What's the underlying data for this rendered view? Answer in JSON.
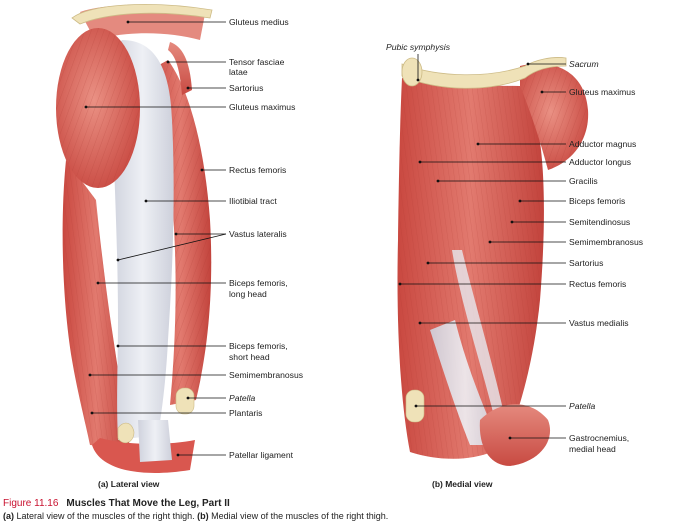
{
  "figure": {
    "number": "Figure 11.16",
    "title": "Muscles That Move the Leg, Part II",
    "caption_a_tag": "(a)",
    "caption_a_text": "Lateral view of the muscles of the right thigh.",
    "caption_b_tag": "(b)",
    "caption_b_text": "Medial view of the muscles of the right thigh."
  },
  "lateral": {
    "caption": "(a) Lateral view",
    "labels": [
      "Gluteus medius",
      "Tensor fasciae",
      "latae",
      "Sartorius",
      "Gluteus maximus",
      "Rectus femoris",
      "Iliotibial tract",
      "Vastus lateralis",
      "Biceps femoris,",
      "long head",
      "Biceps femoris,",
      "short head",
      "Semimembranosus",
      "Patella",
      "Plantaris",
      "Patellar ligament"
    ]
  },
  "medial": {
    "caption": "(b) Medial view",
    "labels_left": [
      "Pubic symphysis"
    ],
    "labels": [
      "Sacrum",
      "Gluteus maximus",
      "Adductor magnus",
      "Adductor longus",
      "Gracilis",
      "Biceps femoris",
      "Semitendinosus",
      "Semimembranosus",
      "Sartorius",
      "Rectus femoris",
      "Vastus medialis",
      "Patella",
      "Gastrocnemius,",
      "medial head"
    ]
  },
  "colors": {
    "muscle": "#d9574f",
    "muscle_dark": "#b8403a",
    "tendon": "#dfe1ea",
    "bone": "#efe2b8"
  }
}
